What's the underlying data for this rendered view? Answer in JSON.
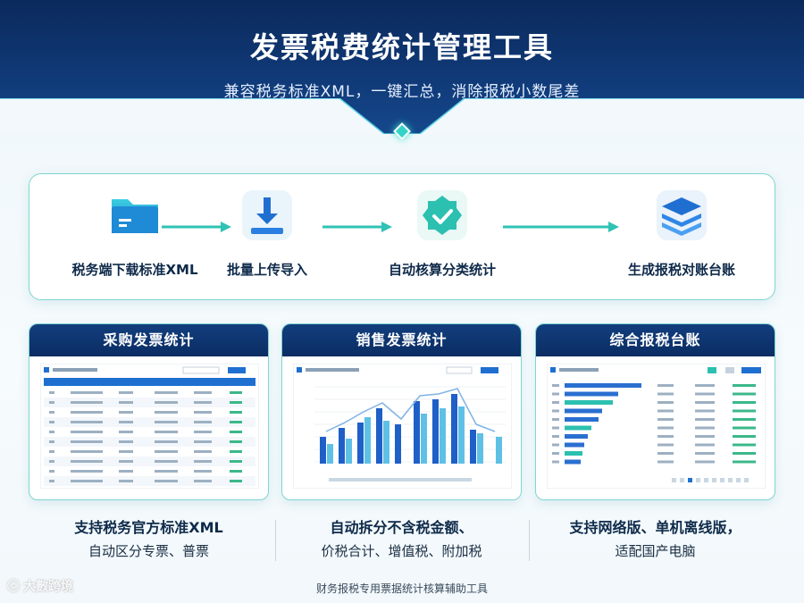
{
  "header": {
    "title": "发票税费统计管理工具",
    "subtitle": "兼容税务标准XML，一键汇总，消除报税小数尾差"
  },
  "workflow": {
    "steps": [
      {
        "label": "税务端下载标准XML",
        "icon": "folder-icon"
      },
      {
        "label": "批量上传导入",
        "icon": "upload-icon"
      },
      {
        "label": "自动核算分类统计",
        "icon": "shield-check-icon"
      },
      {
        "label": "生成报税对账台账",
        "icon": "layers-icon"
      }
    ]
  },
  "cards": [
    {
      "title": "采购发票统计",
      "preview": "table-preview"
    },
    {
      "title": "销售发票统计",
      "preview": "chart-preview"
    },
    {
      "title": "综合报税台账",
      "preview": "ledger-preview"
    }
  ],
  "captions": [
    {
      "line1": "支持税务官方标准XML",
      "line2": "自动区分专票、普票"
    },
    {
      "line1": "自动拆分不含税金额、",
      "line2": "价税合计、增值税、附加税"
    },
    {
      "line1": "支持网络版、单机离线版，",
      "line2": "适配国产电脑"
    }
  ],
  "footer": "财务报税专用票据统计核算辅助工具",
  "watermark": "大數跨境",
  "colors": {
    "navy": "#0b2d63",
    "teal": "#35c9bd",
    "blue": "#1f6fd1"
  }
}
